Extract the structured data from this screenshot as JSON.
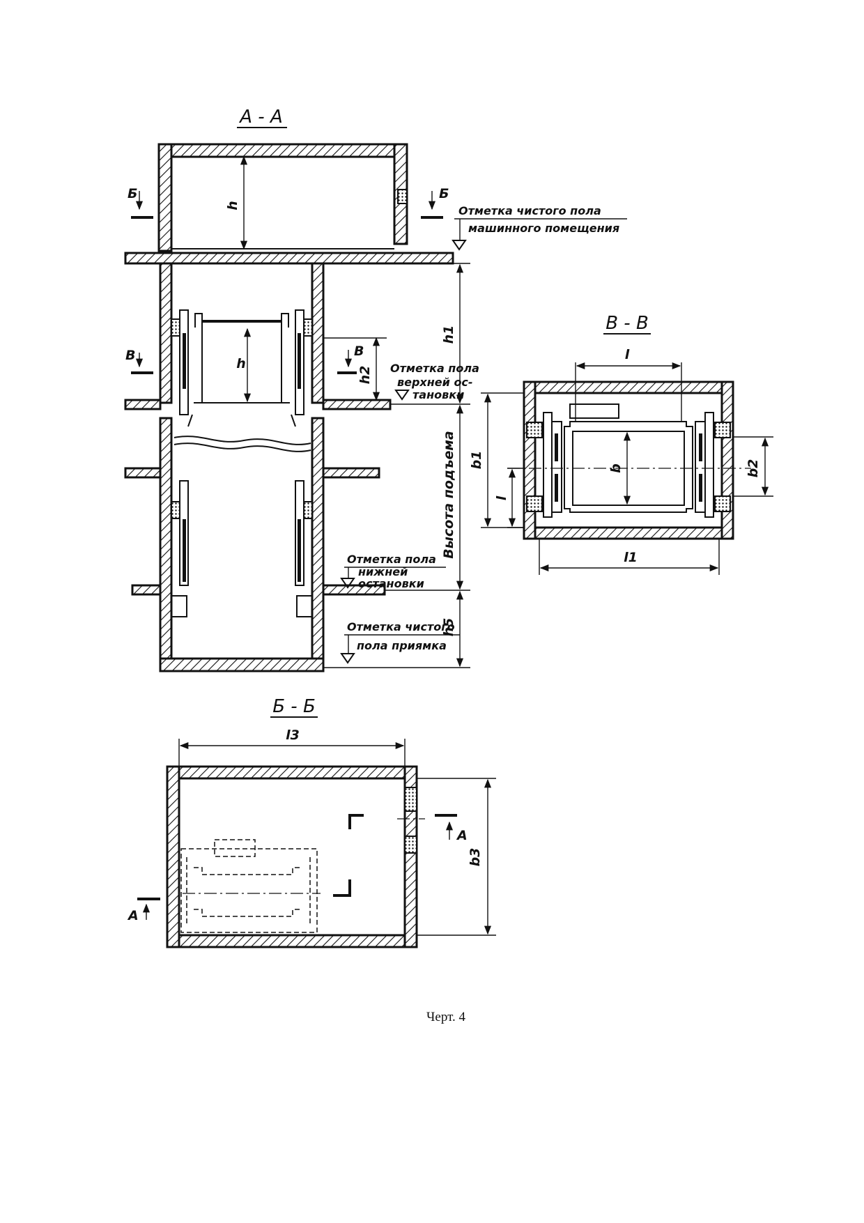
{
  "sections": {
    "aa": "А - А",
    "bb": "Б - Б",
    "vv": "В - В"
  },
  "cut_marks": {
    "b": "Б",
    "v": "В",
    "a": "А"
  },
  "notes": {
    "machine_room_line1": "Отметка чистого пола",
    "machine_room_line2": "машинного помещения",
    "top_stop_line1": "Отметка пола",
    "top_stop_line2": "верхней ос-",
    "top_stop_line3": "тановки",
    "lift_height": "Высота подъема",
    "bottom_stop_line1": "Отметка пола",
    "bottom_stop_line2": "нижней",
    "bottom_stop_line3": "остановки",
    "pit_line1": "Отметка чистого",
    "pit_line2": "пола приямка"
  },
  "dimensions": {
    "h1": "h1",
    "h": "h",
    "h2": "h2",
    "h5": "h5",
    "hk": "h",
    "l": "l",
    "l1": "l1",
    "l3": "l3",
    "b": "b",
    "b1": "b1",
    "b2": "b2",
    "b3": "b3",
    "li": "l"
  },
  "caption": "Черт. 4"
}
